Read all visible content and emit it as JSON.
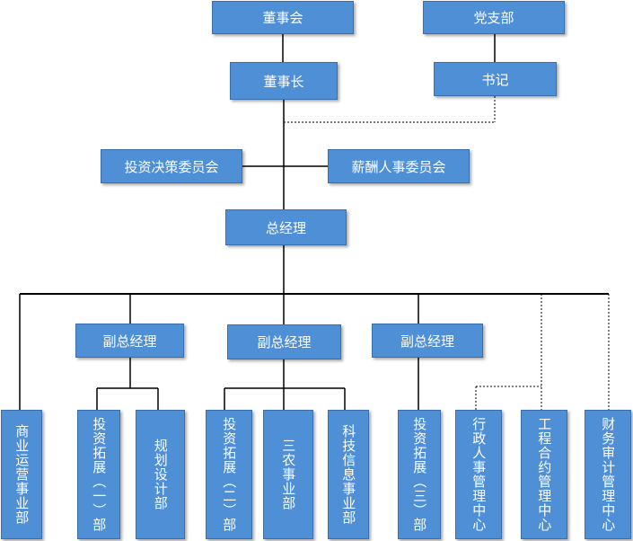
{
  "top": {
    "board": "董事会",
    "party_branch": "党支部",
    "chairman": "董事长",
    "secretary": "书记"
  },
  "committees": {
    "investment": "投资决策委员会",
    "compensation": "薪酬人事委员会"
  },
  "general_manager": "总经理",
  "deputies": [
    "副总经理",
    "副总经理",
    "副总经理"
  ],
  "departments": [
    "商业运营事业部",
    "投资拓展（一）部",
    "规划设计部",
    "投资拓展（二）部",
    "三农事业部",
    "科技信息事业部",
    "投资拓展（三）部",
    "行政人事管理中心",
    "工程合约管理中心",
    "财务审计管理中心"
  ],
  "colors": {
    "box_fill": "#4f8fd6",
    "box_border": "#3a6fae",
    "line": "#000000"
  }
}
